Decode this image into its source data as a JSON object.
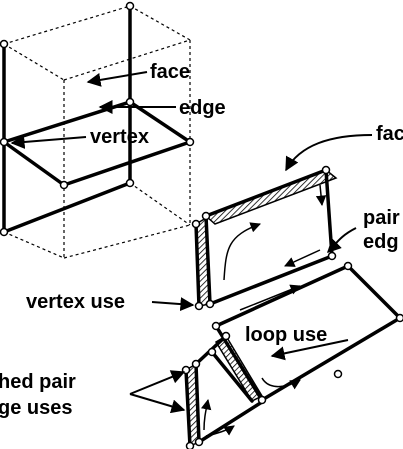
{
  "labels": {
    "face": "face",
    "edge": "edge",
    "vertex": "vertex",
    "face_use_partial": "fac",
    "pair_partial": "pair",
    "edge_partial": "edg",
    "vertex_use": "vertex use",
    "loop_use": "loop use",
    "radial_pair_partial": "hed pair",
    "edge_uses_partial": "ge uses"
  },
  "colors": {
    "ink": "#000000",
    "paper": "#ffffff"
  }
}
